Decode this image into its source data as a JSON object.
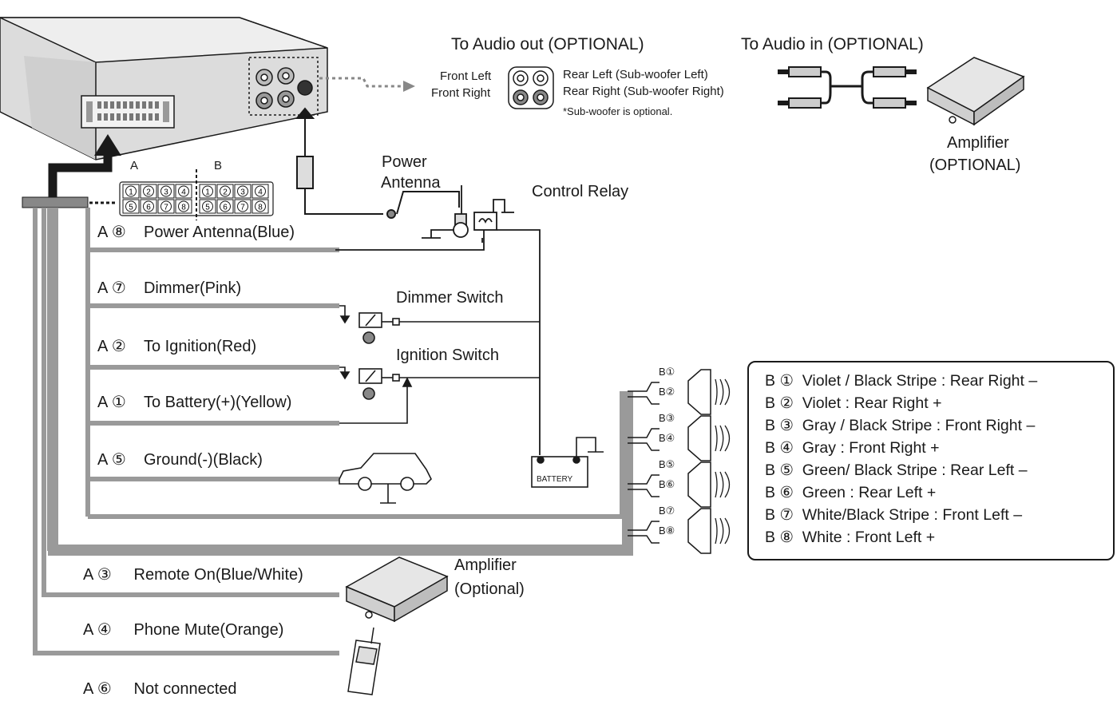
{
  "colors": {
    "wire": "#9a9a9a",
    "line": "#1a1a1a",
    "device": "#d8d8d8",
    "background": "#ffffff"
  },
  "header": {
    "audio_out": "To Audio out (OPTIONAL)",
    "audio_in": "To Audio in (OPTIONAL)",
    "front_left": "Front Left",
    "front_right": "Front Right",
    "rear_left": "Rear Left (Sub-woofer Left)",
    "rear_right": "Rear Right (Sub-woofer Right)",
    "subwoofer_note": "*Sub-woofer is optional.",
    "amp_top_line1": "Amplifier",
    "amp_top_line2": "(OPTIONAL)"
  },
  "connector": {
    "label_a": "A",
    "label_b": "B",
    "pins_a_top": [
      "1",
      "2",
      "3",
      "4"
    ],
    "pins_a_bottom": [
      "5",
      "6",
      "7",
      "8"
    ],
    "pins_b_top": [
      "1",
      "2",
      "3",
      "4"
    ],
    "pins_b_bottom": [
      "5",
      "6",
      "7",
      "8"
    ]
  },
  "devices": {
    "power_antenna_line1": "Power",
    "power_antenna_line2": "Antenna",
    "control_relay": "Control Relay",
    "dimmer_switch": "Dimmer Switch",
    "ignition_switch": "Ignition Switch",
    "battery": "BATTERY",
    "amp_line1": "Amplifier",
    "amp_line2": "(Optional)"
  },
  "wires": [
    {
      "conn": "A",
      "pin": "⑧",
      "label": "Power Antenna(Blue)"
    },
    {
      "conn": "A",
      "pin": "⑦",
      "label": "Dimmer(Pink)"
    },
    {
      "conn": "A",
      "pin": "②",
      "label": "To Ignition(Red)"
    },
    {
      "conn": "A",
      "pin": "①",
      "label": "To Battery(+)(Yellow)"
    },
    {
      "conn": "A",
      "pin": "⑤",
      "label": "Ground(-)(Black)"
    },
    {
      "conn": "A",
      "pin": "③",
      "label": "Remote On(Blue/White)"
    },
    {
      "conn": "A",
      "pin": "④",
      "label": "Phone Mute(Orange)"
    },
    {
      "conn": "A",
      "pin": "⑥",
      "label": "Not connected"
    }
  ],
  "speaker_tags": [
    "B①",
    "B②",
    "B③",
    "B④",
    "B⑤",
    "B⑥",
    "B⑦",
    "B⑧"
  ],
  "legend": [
    {
      "conn": "B",
      "pin": "①",
      "text": "Violet / Black Stripe : Rear Right –"
    },
    {
      "conn": "B",
      "pin": "②",
      "text": "Violet : Rear Right +"
    },
    {
      "conn": "B",
      "pin": "③",
      "text": "Gray / Black Stripe : Front Right –"
    },
    {
      "conn": "B",
      "pin": "④",
      "text": "Gray : Front Right +"
    },
    {
      "conn": "B",
      "pin": "⑤",
      "text": "Green/ Black Stripe : Rear Left –"
    },
    {
      "conn": "B",
      "pin": "⑥",
      "text": "Green : Rear Left +"
    },
    {
      "conn": "B",
      "pin": "⑦",
      "text": "White/Black Stripe : Front Left –"
    },
    {
      "conn": "B",
      "pin": "⑧",
      "text": "White : Front Left +"
    }
  ]
}
